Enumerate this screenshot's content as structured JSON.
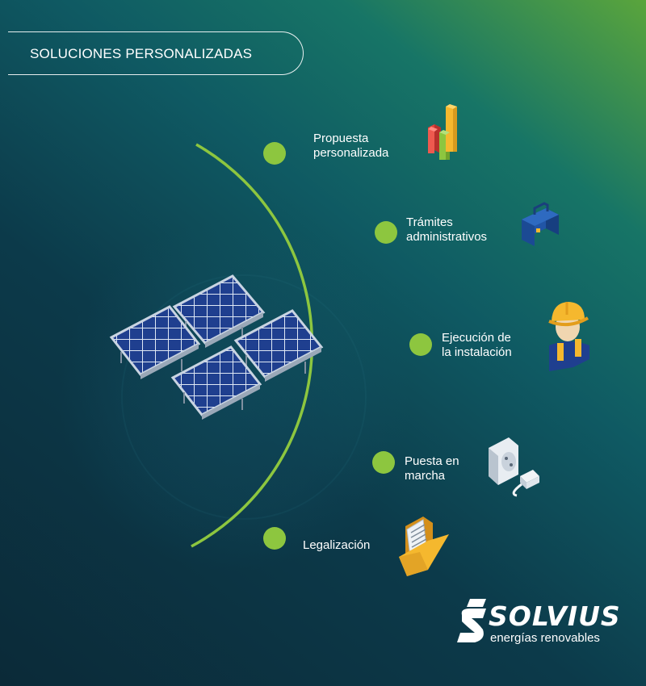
{
  "title": "SOLUCIONES PERSONALIZADAS",
  "steps": [
    {
      "line1": "Propuesta",
      "line2": "personalizada",
      "icon": "bar-chart-icon"
    },
    {
      "line1": "Trámites",
      "line2": "administrativos",
      "icon": "briefcase-icon"
    },
    {
      "line1": "Ejecución de",
      "line2": "la instalación",
      "icon": "worker-icon"
    },
    {
      "line1": "Puesta en",
      "line2": "marcha",
      "icon": "power-socket-icon"
    },
    {
      "line1": "Legalización",
      "line2": "",
      "icon": "folder-document-icon"
    }
  ],
  "colors": {
    "accent": "#8dc63f",
    "text": "#ffffff",
    "panel": "#1f3f8f"
  },
  "logo": {
    "name": "SOLVIUS",
    "tagline": "energías renovables"
  }
}
